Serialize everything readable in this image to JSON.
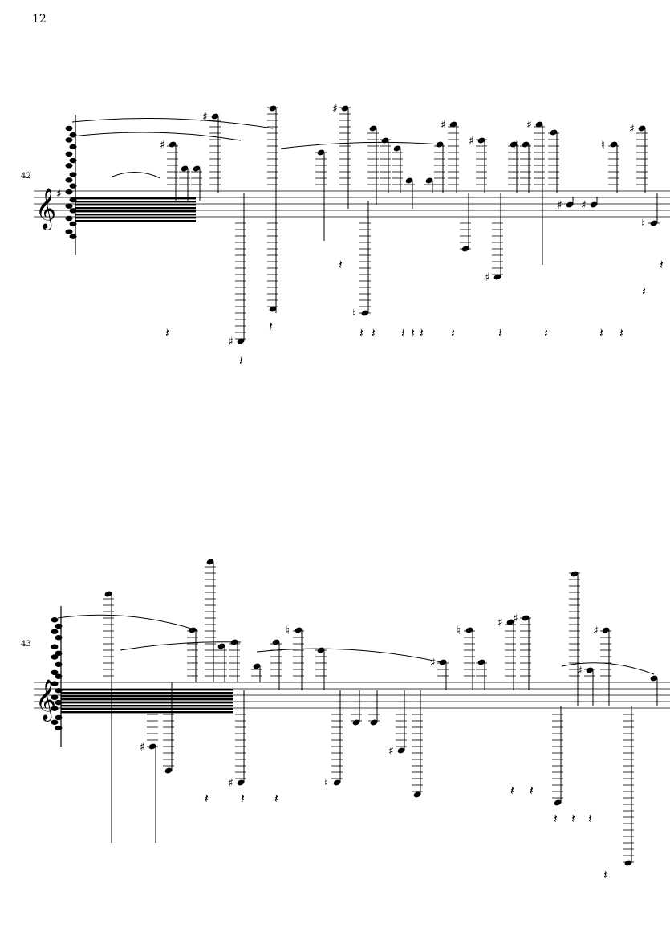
{
  "page": {
    "page_number": "12"
  },
  "systems": [
    {
      "measure_number": "42",
      "clef": "treble",
      "key_signature": "1 sharp"
    },
    {
      "measure_number": "43",
      "clef": "treble",
      "key_signature": "none"
    }
  ],
  "colors": {
    "ink": "#000000",
    "paper": "#ffffff"
  }
}
